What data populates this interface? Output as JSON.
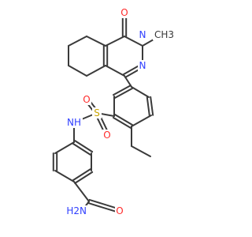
{
  "structure": {
    "atom_labels": {
      "ketone_oxygen": "O",
      "n_methyl_nitrogen": "N",
      "methyl_group": "CH3",
      "ring_nitrogen": "N",
      "sulfur": "S",
      "sulfonyl_oxygen_upper": "O",
      "sulfonyl_oxygen_lower": "O",
      "sulfonamide_nh": "NH",
      "amide_oxygen": "O",
      "amide_nh2": "H2N"
    },
    "colors": {
      "bond": "#3a3a3a",
      "oxygen": "#ff2b2b",
      "nitrogen": "#2f3fff",
      "sulfur": "#c9a400",
      "carbon_label": "#3a3a3a"
    }
  }
}
